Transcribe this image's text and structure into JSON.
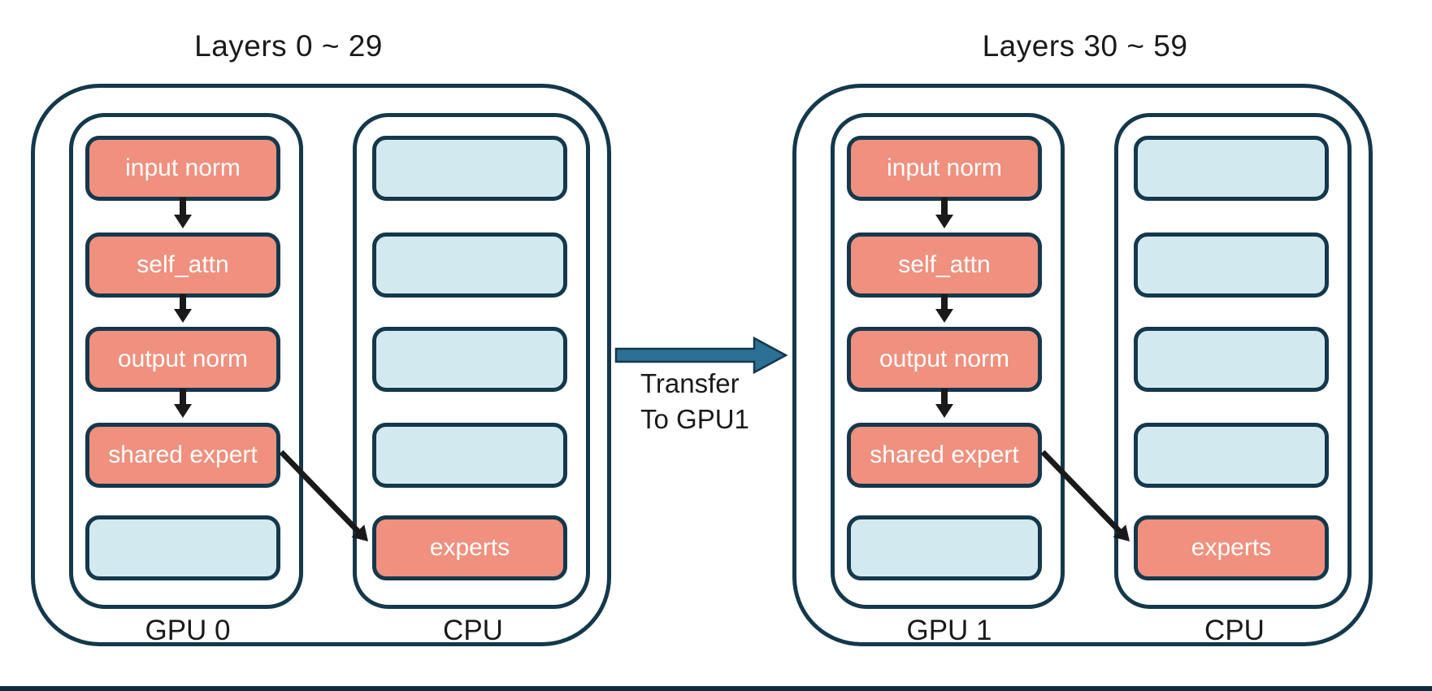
{
  "colors": {
    "outline": "#14384C",
    "salmon": "#F0907E",
    "light_blue": "#D3E9F0",
    "arrow_black": "#1a1a1a",
    "transfer_fill": "#2C7095",
    "text_dark": "#1a1a1a",
    "box_text": "#ffffff",
    "footer_bar": "#0C2B3C",
    "background": "#ffffff"
  },
  "groups": [
    {
      "title": "Layers 0 ~ 29",
      "gpu_label": "GPU 0",
      "cpu_label": "CPU",
      "gpu_boxes": [
        {
          "label": "input norm",
          "state": "occupied"
        },
        {
          "label": "self_attn",
          "state": "occupied"
        },
        {
          "label": "output norm",
          "state": "occupied"
        },
        {
          "label": "shared expert",
          "state": "occupied"
        },
        {
          "label": "",
          "state": "empty"
        }
      ],
      "cpu_boxes": [
        {
          "label": "",
          "state": "empty"
        },
        {
          "label": "",
          "state": "empty"
        },
        {
          "label": "",
          "state": "empty"
        },
        {
          "label": "",
          "state": "empty"
        },
        {
          "label": "experts",
          "state": "occupied"
        }
      ]
    },
    {
      "title": "Layers 30 ~ 59",
      "gpu_label": "GPU 1",
      "cpu_label": "CPU",
      "gpu_boxes": [
        {
          "label": "input norm",
          "state": "occupied"
        },
        {
          "label": "self_attn",
          "state": "occupied"
        },
        {
          "label": "output norm",
          "state": "occupied"
        },
        {
          "label": "shared expert",
          "state": "occupied"
        },
        {
          "label": "",
          "state": "empty"
        }
      ],
      "cpu_boxes": [
        {
          "label": "",
          "state": "empty"
        },
        {
          "label": "",
          "state": "empty"
        },
        {
          "label": "",
          "state": "empty"
        },
        {
          "label": "",
          "state": "empty"
        },
        {
          "label": "experts",
          "state": "occupied"
        }
      ]
    }
  ],
  "transfer": {
    "line1": "Transfer",
    "line2": "To GPU1"
  }
}
